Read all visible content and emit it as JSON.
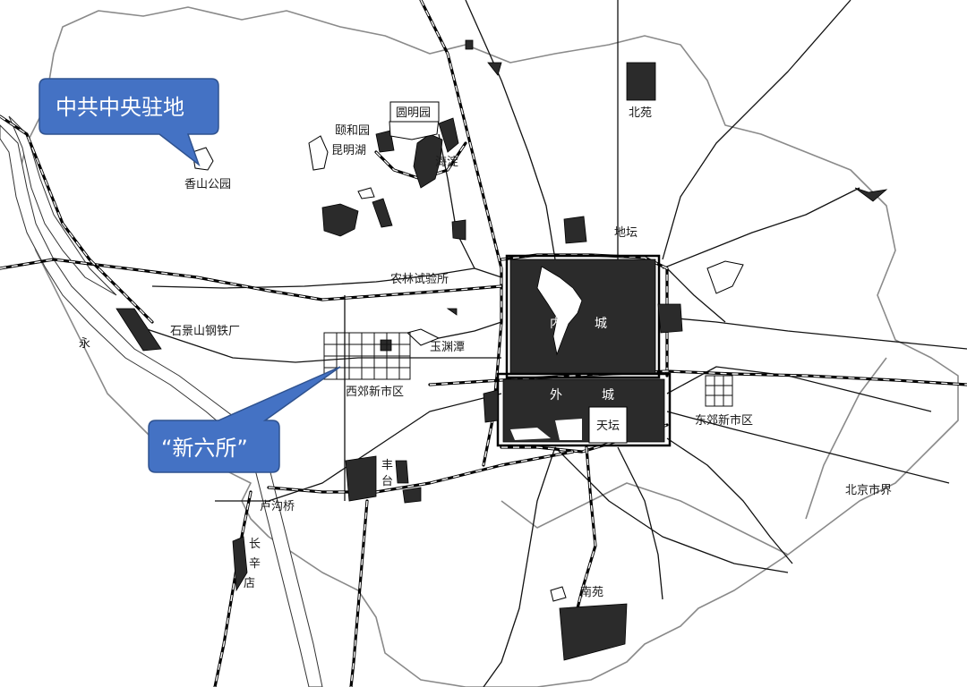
{
  "callouts": {
    "hq": "中共中央驻地",
    "institute": "“新六所”"
  },
  "labels": {
    "xiangshan": "香山公园",
    "yiheyuan": "颐和园",
    "kunminghu": "昆明湖",
    "yuanmingyuan": "圆明园",
    "haidian": "海淀",
    "beiyuan": "北苑",
    "ditan": "地坛",
    "nonglin": "农林试验所",
    "shijingshan": "石景山钢铁厂",
    "yuyuantan": "玉渊潭",
    "neicheng_1": "内",
    "neicheng_2": "城",
    "waicheng_1": "外",
    "waicheng_2": "城",
    "tiantan": "天坛",
    "xijiao": "西郊新市区",
    "dongjiao": "东郊新市区",
    "fengtai_1": "丰",
    "fengtai_2": "台",
    "lugouqiao": "卢沟桥",
    "changxindian_1": "长",
    "changxindian_2": "辛",
    "changxindian_3": "店",
    "yong": "永",
    "beijingshijie": "北京市界",
    "nanyuan": "南苑"
  },
  "colors": {
    "callout_fill": "#4472c4",
    "callout_stroke": "#2f528f",
    "built_area": "#2b2b2b",
    "boundary": "#8a8a8a"
  }
}
